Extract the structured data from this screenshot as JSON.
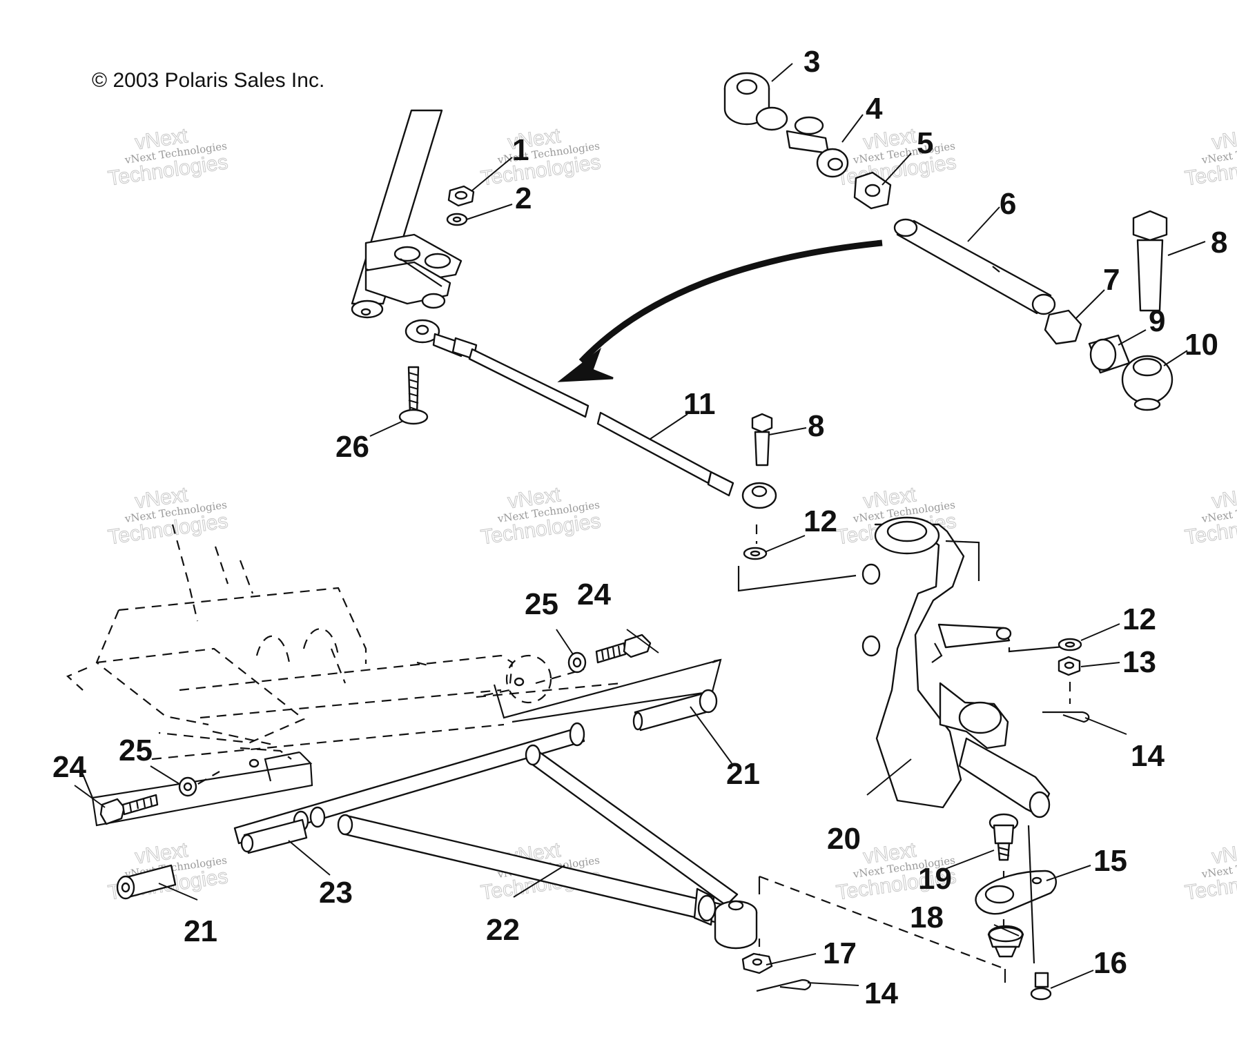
{
  "copyright": "© 2003 Polaris Sales Inc.",
  "watermark": {
    "line1": "vNext",
    "line2": "vNext Technologies",
    "line3": "Technologies"
  },
  "callouts": [
    "1",
    "2",
    "3",
    "4",
    "5",
    "6",
    "7",
    "8",
    "8",
    "9",
    "10",
    "11",
    "12",
    "12",
    "13",
    "14",
    "14",
    "15",
    "16",
    "17",
    "18",
    "19",
    "20",
    "21",
    "21",
    "22",
    "23",
    "24",
    "24",
    "25",
    "25",
    "26"
  ]
}
